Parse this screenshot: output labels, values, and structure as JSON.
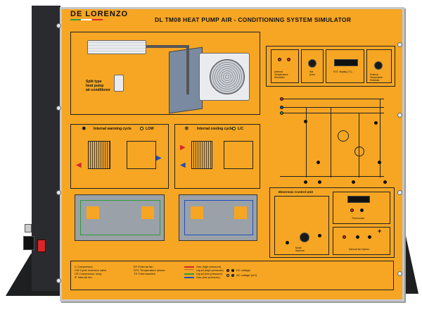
{
  "header": {
    "brand": "DE LORENZO",
    "title": "DL TM08 HEAT PUMP AIR - CONDITIONING SYSTEM SIMULATOR"
  },
  "top_left": {
    "caption": "Split type\nheat pump\nair-conditioner"
  },
  "controls": {
    "internal_temp": "Internal\nTemperature\nSimulator",
    "setpoint": "Set\npoint",
    "mode": "Mode\nSelector",
    "display": "EXT. display (°C)",
    "external_temp": "External\nTemperature\nSimulator"
  },
  "heating": {
    "title": "Internal warming cycle",
    "indicator": "LOW"
  },
  "cooling": {
    "title": "Internal cooling cycle",
    "indicator": "L/C"
  },
  "electronic": {
    "title": "Electronic Control Unit",
    "thermostat": "Thermostat",
    "speed": "Internal fan Speed"
  },
  "legend": {
    "items_left": [
      "C   Compressor",
      "CW  Cycle inversion valve",
      "CR  Compressor relay",
      "IF  Internal fan"
    ],
    "items_mid": [
      "EF   External fan",
      "NTC  Temperature sensor",
      "TS   Thermoswitch"
    ],
    "items_right": [
      "Gas  (high pressure)",
      "Liquid  (high pressure)",
      "Liquid  (low pressure)",
      "Gas  (low pressure)"
    ],
    "voltage": [
      "DC voltage",
      "AC voltage (mV)"
    ],
    "colors": [
      "#d8262a",
      "#f0a030",
      "#2e9c3a",
      "#1f4fbf"
    ]
  }
}
